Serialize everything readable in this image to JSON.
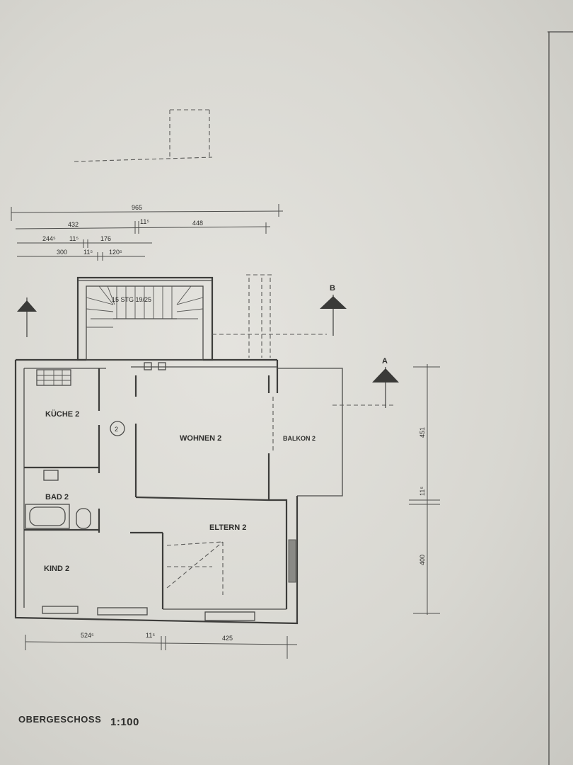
{
  "title": "OBERGESCHOSS",
  "scale": "1:100",
  "stair_label": "15 STG 19/25",
  "stair_number": "2",
  "rooms": {
    "kueche": "KÜCHE 2",
    "bad": "BAD 2",
    "wohnen": "WOHNEN 2",
    "balkon": "BALKON 2",
    "eltern": "ELTERN 2",
    "kind": "KIND 2"
  },
  "section_markers": [
    "B",
    "A"
  ],
  "dimensions_top": {
    "row1": [
      "965"
    ],
    "row2": [
      "432",
      "11⁵",
      "448"
    ],
    "row3": [
      "244⁵",
      "11⁵",
      "176"
    ],
    "row4": [
      "300",
      "11⁵",
      "120⁵"
    ]
  },
  "dimensions_bottom": [
    "524⁵",
    "11⁵",
    "425"
  ],
  "dimensions_right": [
    "451",
    "11⁵",
    "400"
  ]
}
